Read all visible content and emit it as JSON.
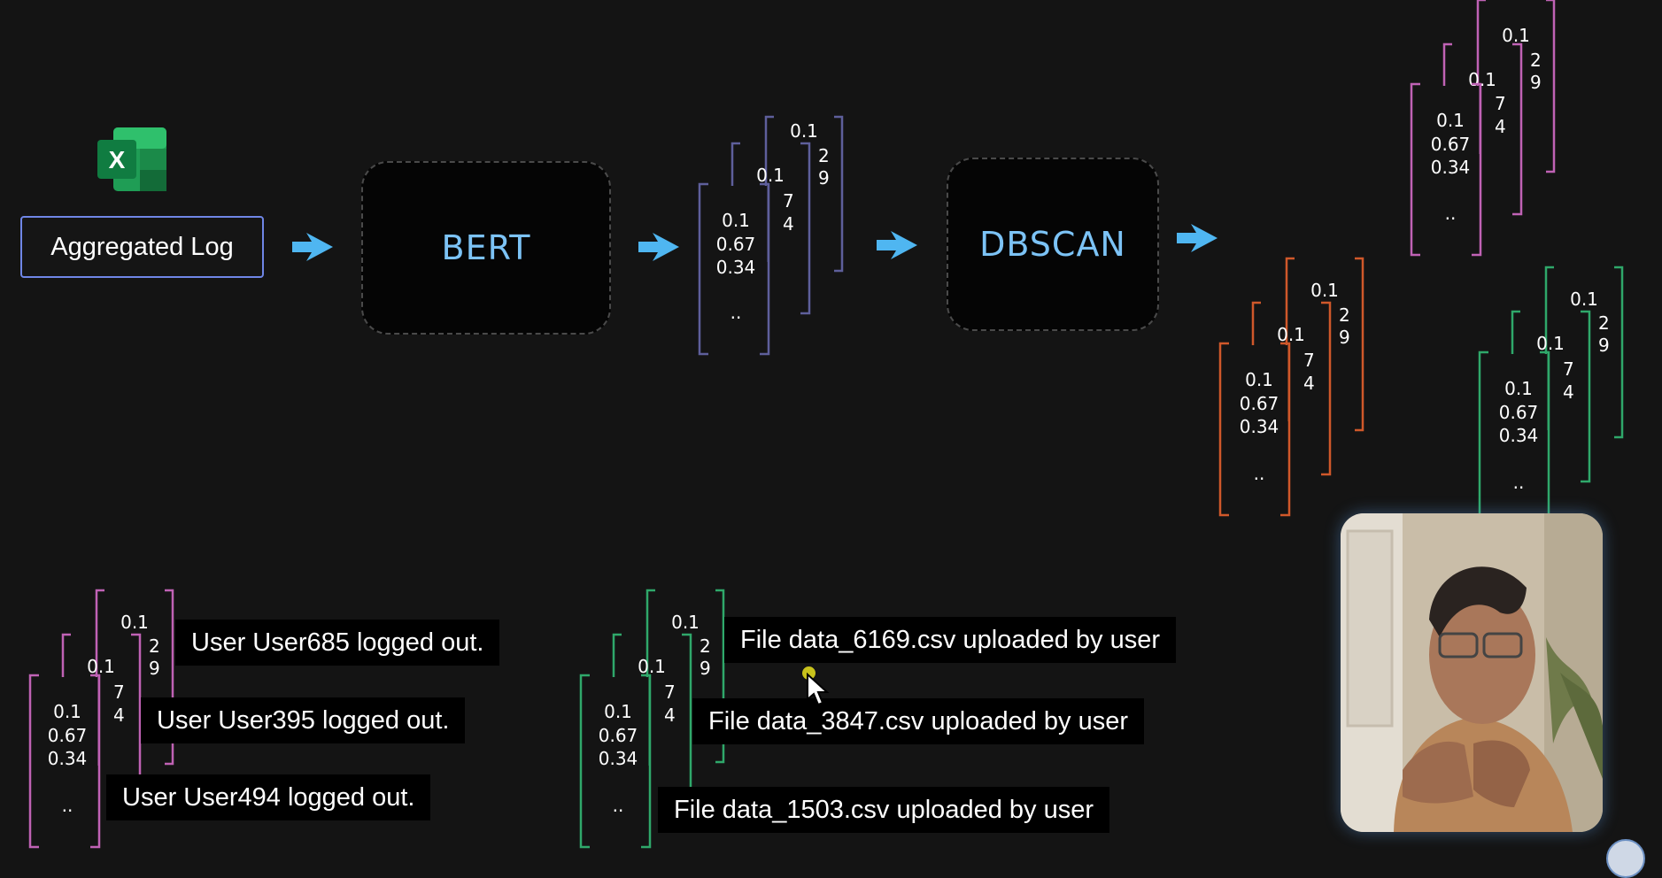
{
  "source": {
    "name": "Aggregated Log",
    "icon": "excel-icon",
    "icon_letter": "X"
  },
  "models": {
    "bert": "BERT",
    "dbscan": "DBSCAN"
  },
  "vector": {
    "v1": "0.1",
    "v2": "0.67",
    "v3": "0.34",
    "ellipsis": "..",
    "back_digit_1": "2",
    "back_digit_2": "9",
    "mid_digit_1": "7",
    "mid_digit_2": "4"
  },
  "clusters": [
    {
      "color": "#c062b5"
    },
    {
      "color": "#d0582a"
    },
    {
      "color": "#2fa86a"
    }
  ],
  "colors": {
    "arrow": "#4fb6f1",
    "embedding_stack": "#5e5f9b",
    "model_text": "#7cc3f6",
    "log_border": "#6f86e6"
  },
  "logs_logout": [
    "User User685 logged out.",
    "User User395 logged out.",
    "User User494 logged out."
  ],
  "logs_upload": [
    "File data_6169.csv uploaded by user",
    "File data_3847.csv uploaded by user",
    "File data_1503.csv uploaded by user"
  ]
}
